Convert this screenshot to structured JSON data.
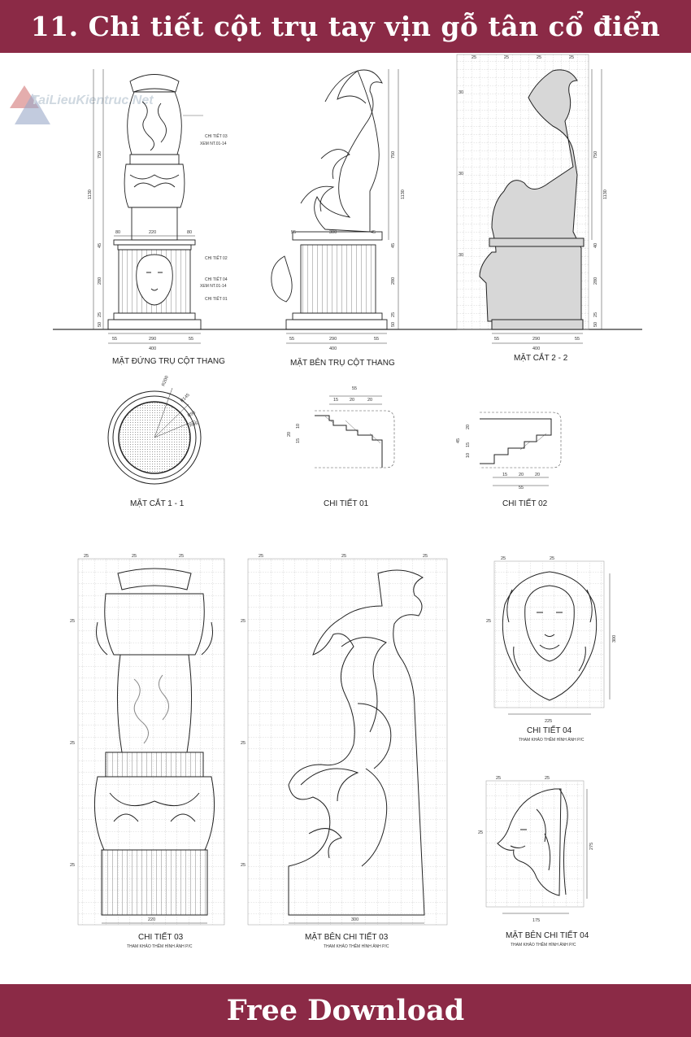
{
  "header": {
    "title": "11. Chi tiết cột trụ tay vịn gỗ tân cổ điển"
  },
  "footer": {
    "cta_label": "Free Download"
  },
  "watermark": {
    "text": "TaiLieuKientruc.Net"
  },
  "colors": {
    "banner": "#8b2a46",
    "banner_text": "#ffffff",
    "line": "#333333",
    "grid": "#9a9a9a"
  },
  "views": {
    "front": {
      "label": "MẶT ĐỨNG TRỤ CỘT THANG",
      "dims_bottom": [
        "55",
        "290",
        "55"
      ],
      "dim_total": "400",
      "dims_left": [
        "1130",
        "750",
        "45",
        "280",
        "25",
        "50"
      ],
      "dims_top": [
        "80",
        "220",
        "80"
      ]
    },
    "side": {
      "label": "MẶT BÊN TRỤ CỘT THANG",
      "dims_bottom": [
        "55",
        "290",
        "55"
      ],
      "dim_total": "400",
      "dims_right": [
        "1130",
        "750",
        "45",
        "280",
        "25",
        "50"
      ],
      "dims_top": [
        "55",
        "300",
        "45"
      ]
    },
    "section22": {
      "label": "MẶT CẮT 2 - 2",
      "dims_bottom": [
        "55",
        "290",
        "55"
      ],
      "dim_total": "400",
      "dims_right": [
        "1130",
        "750",
        "40",
        "280",
        "25",
        "50"
      ],
      "grid_tick": "25",
      "grid_tick_v": "30"
    },
    "section11": {
      "label": "MẶT CẮT 1 - 1",
      "radii": [
        "R200",
        "R145",
        "R95",
        "R85"
      ]
    },
    "detail01": {
      "label": "CHI TIẾT 01",
      "dims_top": [
        "55",
        "15",
        "20",
        "20"
      ],
      "dims_left": [
        "20",
        "15",
        "10"
      ]
    },
    "detail02": {
      "label": "CHI TIẾT 02",
      "dims_bottom": [
        "15",
        "20",
        "20",
        "55"
      ],
      "dims_left": [
        "45",
        "20",
        "15",
        "10"
      ]
    },
    "detail03": {
      "label": "CHI TIẾT 03",
      "note": "THAM KHẢO THÊM HÌNH ẢNH P/C",
      "dim_bottom": "220",
      "grid_tick": "25"
    },
    "side03": {
      "label": "MẶT BÊN CHI TIẾT 03",
      "note": "THAM KHẢO THÊM HÌNH ẢNH P/C",
      "dim_bottom": "300",
      "grid_tick": "25"
    },
    "detail04": {
      "label": "CHI TIẾT 04",
      "note": "THAM KHẢO THÊM HÌNH ẢNH P/C",
      "dim_bottom": "225",
      "dim_right": "300",
      "grid_tick": "25"
    },
    "side04": {
      "label": "MẶT BÊN CHI TIẾT 04",
      "note": "THAM KHẢO THÊM HÌNH ẢNH P/C",
      "dim_bottom": "175",
      "dim_right": "275",
      "grid_tick": "25"
    }
  },
  "callouts": {
    "c03": "CHI TIẾT 03",
    "c03_ref": "XEM NT.01-14",
    "c02": "CHI TIẾT 02",
    "c04": "CHI TIẾT 04",
    "c04_ref": "XEM NT.01-14",
    "c01": "CHI TIẾT 01"
  }
}
